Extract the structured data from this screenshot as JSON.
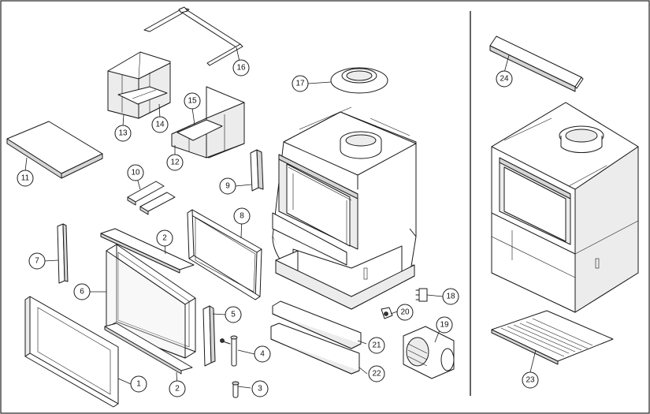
{
  "callouts": {
    "c1": "1",
    "c2a": "2",
    "c2b": "2",
    "c3": "3",
    "c4": "4",
    "c5": "5",
    "c6": "6",
    "c7": "7",
    "c8": "8",
    "c9": "9",
    "c10": "10",
    "c11": "11",
    "c12": "12",
    "c13": "13",
    "c14": "14",
    "c15": "15",
    "c16": "16",
    "c17": "17",
    "c18": "18",
    "c19": "19",
    "c20": "20",
    "c21": "21",
    "c22": "22",
    "c23": "23",
    "c24": "24"
  }
}
